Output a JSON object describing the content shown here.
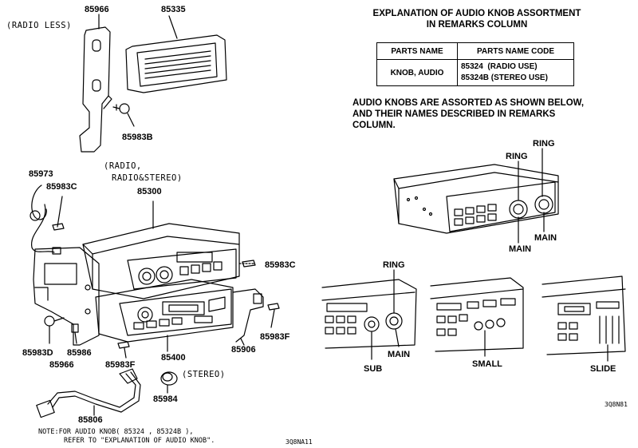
{
  "header": {
    "line1": "EXPLANATION OF AUDIO KNOB ASSORTMENT",
    "line2": "IN REMARKS COLUMN"
  },
  "parts_table": {
    "col_name": "PARTS NAME",
    "col_code": "PARTS NAME CODE",
    "row_name": "KNOB, AUDIO",
    "code1": "85324  (RADIO USE)",
    "code2": "85324B (STEREO USE)"
  },
  "paragraph": {
    "line1": "AUDIO KNOBS ARE ASSORTED AS SHOWN BELOW,",
    "line2": "AND THEIR NAMES DESCRIBED IN REMARKS",
    "line3": "COLUMN."
  },
  "labels": {
    "p85966_top": "85966",
    "p85335": "85335",
    "radio_less": "(RADIO LESS)",
    "p85983b": "85983B",
    "p85973": "85973",
    "p85983c_left": "85983C",
    "radio_group1": "(RADIO,",
    "radio_group2": "RADIO&STEREO)",
    "p85300": "85300",
    "p85983c_right": "85983C",
    "p85983f_right": "85983F",
    "p85906": "85906",
    "p85983d": "85983D",
    "p85986": "85986",
    "p85966_bottom": "85966",
    "p85983f_left": "85983F",
    "p85400": "85400",
    "stereo": "(STEREO)",
    "p85984": "85984",
    "p85806": "85806"
  },
  "knob_labels": {
    "ring_top1": "RING",
    "ring_top2": "RING",
    "main_right": "MAIN",
    "main_left": "MAIN",
    "ring_bottom": "RING",
    "sub": "SUB",
    "main_bottom": "MAIN",
    "small": "SMALL",
    "slide": "SLIDE"
  },
  "note": {
    "line1": "NOTE:FOR AUDIO KNOB( 85324 , 85324B ),",
    "line2": "REFER TO \"EXPLANATION OF AUDIO KNOB\"."
  },
  "codes": {
    "left": "3Q8NA11",
    "right": "3Q8N81"
  }
}
